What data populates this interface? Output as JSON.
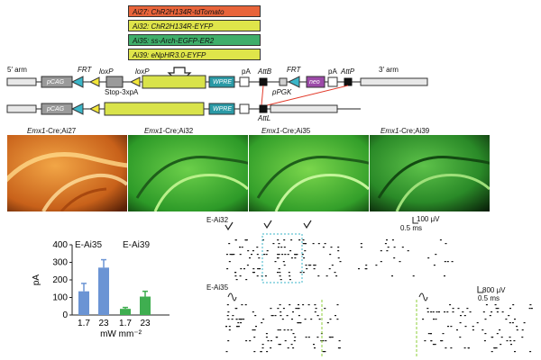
{
  "legend": [
    {
      "text": "Ai27: ChR2H134R-tdTomato",
      "color": "#e8643a"
    },
    {
      "text": "Ai32: ChR2H134R-EYFP",
      "color": "#dfe54a"
    },
    {
      "text": "Ai35: ss-Arch-EGFP-ER2",
      "color": "#3fae6a"
    },
    {
      "text": "Ai39: eNpHR3.0-EYFP",
      "color": "#dfe54a"
    }
  ],
  "construct": {
    "arm5": "5′ arm",
    "arm3": "3′ arm",
    "pcag": "pCAG",
    "frt": "FRT",
    "loxp": "loxP",
    "stop": "Stop-3xpA",
    "wpre": "WPRE",
    "pa": "pA",
    "attb": "AttB",
    "ppgk": "pPGK",
    "neo": "neo",
    "attp": "AttP",
    "attl": "AttL"
  },
  "images": [
    {
      "label_gene": "Emx1",
      "label_rest": "-Cre;Ai27",
      "color": "orange"
    },
    {
      "label_gene": "Emx1",
      "label_rest": "-Cre;Ai32",
      "color": "green"
    },
    {
      "label_gene": "Emx1",
      "label_rest": "-Cre;Ai35",
      "color": "green"
    },
    {
      "label_gene": "Emx1",
      "label_rest": "-Cre;Ai39",
      "color": "green"
    }
  ],
  "chart_data": {
    "type": "bar",
    "series_labels": [
      "E-Ai35",
      "E-Ai39"
    ],
    "categories": [
      "1.7",
      "23",
      "1.7",
      "23"
    ],
    "values": [
      135,
      270,
      35,
      105
    ],
    "errors": [
      45,
      45,
      8,
      30
    ],
    "colors": [
      "#6b94d4",
      "#6b94d4",
      "#3fae50",
      "#3fae50"
    ],
    "ylabel": "pA",
    "xlabel": "mW mm⁻²",
    "ylim": [
      0,
      400
    ],
    "yticks": [
      "0",
      "100",
      "200",
      "300",
      "400"
    ]
  },
  "raster": {
    "ai32_label": "E-Ai32",
    "ai35_label": "E-Ai35",
    "scale1_v": "100 μV",
    "scale1_t": "0.5 ms",
    "scale2_v": "800 μV",
    "scale2_t": "0.5 ms"
  }
}
